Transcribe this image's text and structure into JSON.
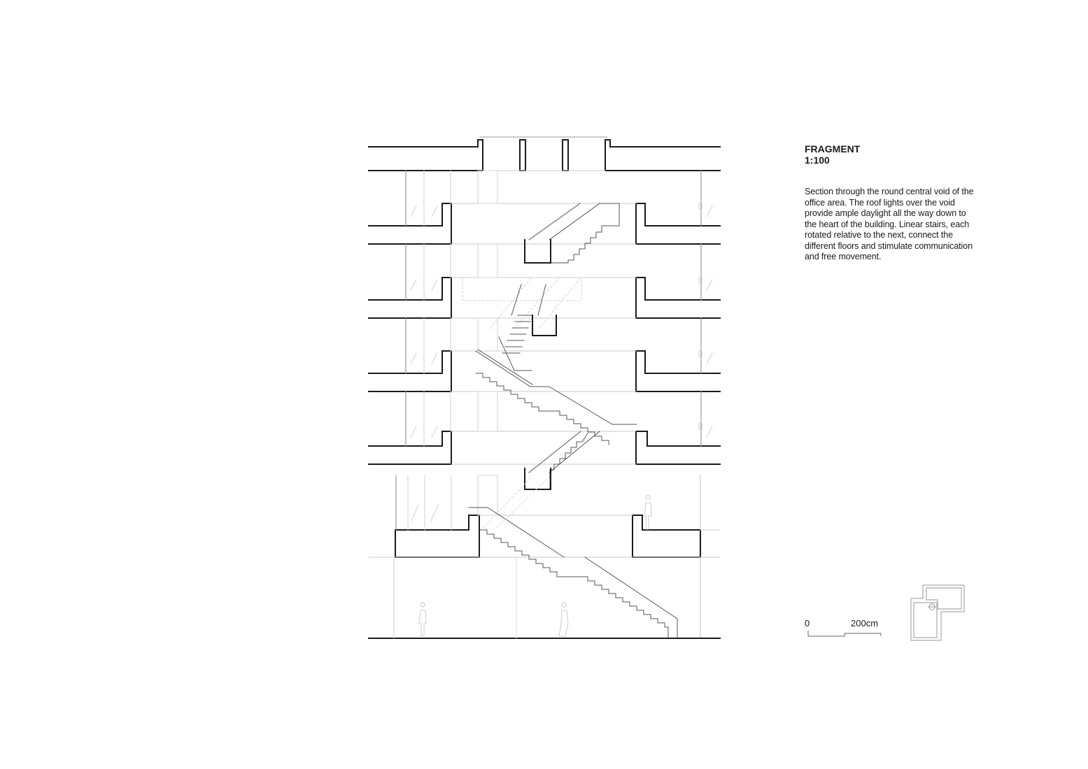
{
  "title_block": {
    "title": "FRAGMENT",
    "scale_ratio": "1:100",
    "description": "Section through the round central void of the office area. The roof lights over the void provide ample daylight all the way down to the heart of the building. Linear stairs, each rotated relative to the next, connect the different floors and stimulate communication and free movement."
  },
  "scale_bar": {
    "start_label": "0",
    "end_label": "200cm"
  },
  "drawing": {
    "type": "architectural-section",
    "floors": 6,
    "elements": [
      "roof-lights",
      "floor-slabs",
      "central-void",
      "linear-stairs",
      "facade-glazing",
      "human-figures"
    ]
  },
  "key_plan": {
    "label": "key-plan"
  },
  "colors": {
    "line_heavy": "#1a1a1a",
    "line_medium": "#555555",
    "line_light": "#bbbbbb",
    "background": "#ffffff"
  }
}
